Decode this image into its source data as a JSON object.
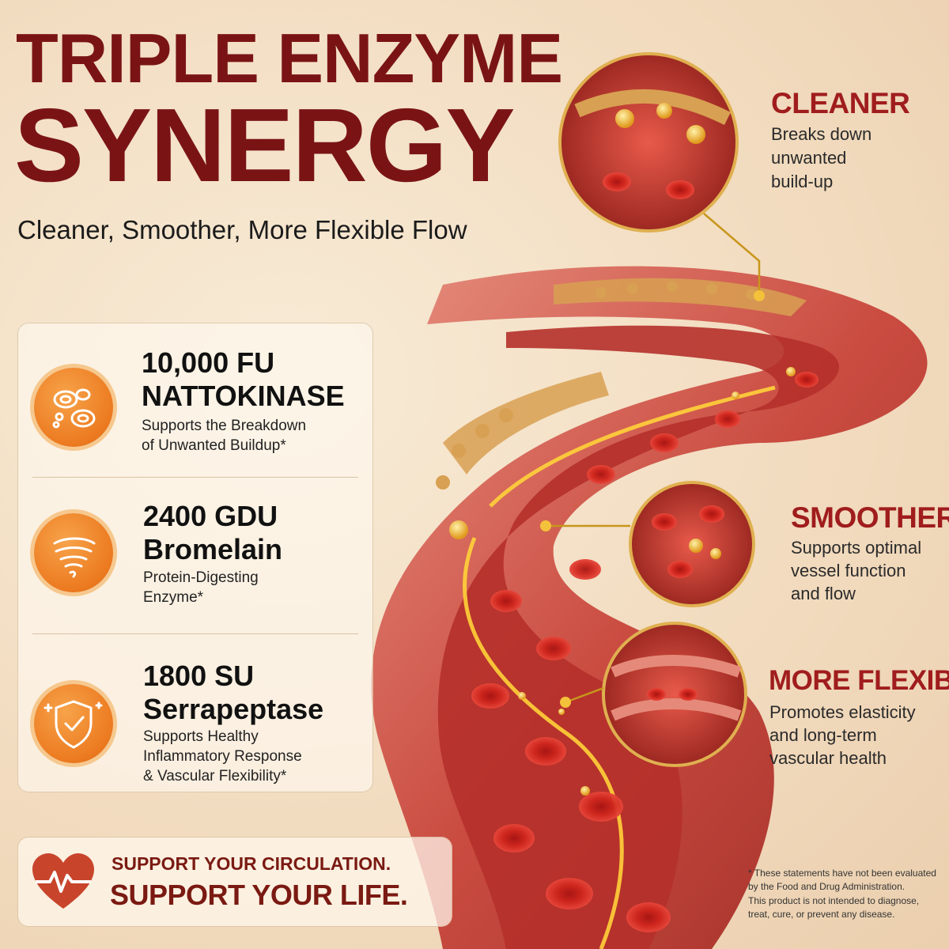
{
  "header": {
    "title_line1": "TRIPLE ENZYME",
    "title_line2": "SYNERGY",
    "subtitle": "Cleaner, Smoother, More Flexible Flow"
  },
  "enzymes": [
    {
      "title_line1": "10,000 FU",
      "title_line2": "NATTOKINASE",
      "desc_line1": "Supports the Breakdown",
      "desc_line2": "of Unwanted Buildup*",
      "icon": "blood-cells-icon"
    },
    {
      "title_line1": "2400 GDU",
      "title_line2": "Bromelain",
      "desc_line1": "Protein-Digesting",
      "desc_line2": "Enzyme*",
      "icon": "swirl-icon"
    },
    {
      "title_line1": "1800 SU",
      "title_line2": "Serrapeptase",
      "desc_line1": "Supports Healthy",
      "desc_line2": "Inflammatory Response",
      "desc_line3": "& Vascular Flexibility*",
      "icon": "shield-check-icon"
    }
  ],
  "benefits": [
    {
      "heading": "CLEANER",
      "line1": "Breaks down",
      "line2": "unwanted",
      "line3": "build-up"
    },
    {
      "heading": "SMOOTHER",
      "line1": "Supports optimal",
      "line2": "vessel function",
      "line3": "and flow"
    },
    {
      "heading": "MORE FLEXIBLE",
      "line1": "Promotes elasticity",
      "line2": "and long-term",
      "line3": "vascular health"
    }
  ],
  "cta": {
    "line1": "SUPPORT YOUR CIRCULATION.",
    "line2": "SUPPORT YOUR LIFE.",
    "icon": "heart-pulse-icon"
  },
  "disclaimer": {
    "line1": "* These statements have not been evaluated",
    "line2": "by the Food and Drug Administration.",
    "line3": "This product is not intended to diagnose,",
    "line4": "treat, cure, or prevent any disease."
  },
  "colors": {
    "title": "#7a1414",
    "accent_orange": "#ec7a20",
    "benefit_heading": "#a01d1d",
    "vessel_red": "#c43a2f",
    "plaque": "#d8a052",
    "glow": "#ffd23a"
  }
}
